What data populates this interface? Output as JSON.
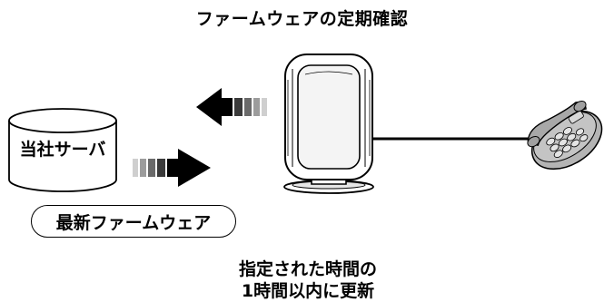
{
  "title": "ファームウェアの定期確認",
  "server": {
    "label": "当社サーバ",
    "icon": "database-cylinder-icon"
  },
  "firmware": {
    "label": "最新ファームウェア"
  },
  "device": {
    "icon": "router-device-icon"
  },
  "phone": {
    "icon": "telephone-icon"
  },
  "arrows": {
    "request": "left-arrow-icon",
    "response": "right-arrow-icon"
  },
  "note": {
    "line1": "指定された時間の",
    "line2": "1時間以内に更新"
  },
  "colors": {
    "phone_body": "#b4b4b4",
    "phone_detail": "#d8d8d8",
    "device_panel": "#f4f4f4",
    "arrow_dark": "#000000",
    "arrow_mid": "#7a7a7a",
    "arrow_light": "#c8c8c8"
  }
}
